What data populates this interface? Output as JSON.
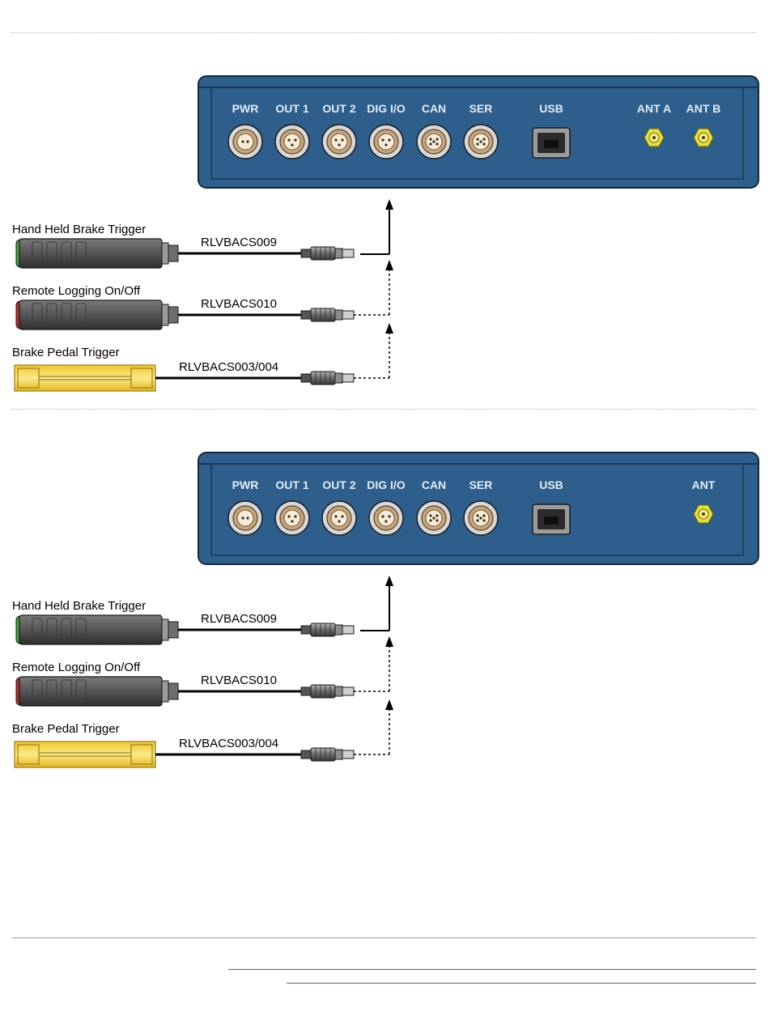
{
  "colors": {
    "panel": "#2d5e8c",
    "panel_inner_border": "#1b3550",
    "port_label": "#e3ecf5",
    "connector_ring": "#c7a57a",
    "antenna": "#e8df37",
    "trigger_body": "#555555",
    "pedal": "#f5d43c",
    "green_cap": "#3fa63c",
    "red_cap": "#c02a2a",
    "footer_line": "#3a67a6"
  },
  "diagrams": [
    {
      "ports": [
        "PWR",
        "OUT 1",
        "OUT 2",
        "DIG I/O",
        "CAN",
        "SER"
      ],
      "usb": "USB",
      "antennas": [
        "ANT A",
        "ANT B"
      ],
      "devices": [
        {
          "label": "Hand Held Brake Trigger",
          "cable": "RLVBACS009",
          "kind": "trigger-green"
        },
        {
          "label": "Remote Logging On/Off",
          "cable": "RLVBACS010",
          "kind": "trigger-red"
        },
        {
          "label": "Brake Pedal Trigger",
          "cable": "RLVBACS003/004",
          "kind": "pedal"
        }
      ]
    },
    {
      "ports": [
        "PWR",
        "OUT 1",
        "OUT 2",
        "DIG I/O",
        "CAN",
        "SER"
      ],
      "usb": "USB",
      "antennas": [
        "ANT"
      ],
      "devices": [
        {
          "label": "Hand Held Brake Trigger",
          "cable": "RLVBACS009",
          "kind": "trigger-green"
        },
        {
          "label": "Remote Logging On/Off",
          "cable": "RLVBACS010",
          "kind": "trigger-red"
        },
        {
          "label": "Brake Pedal Trigger",
          "cable": "RLVBACS003/004",
          "kind": "pedal"
        }
      ]
    }
  ]
}
